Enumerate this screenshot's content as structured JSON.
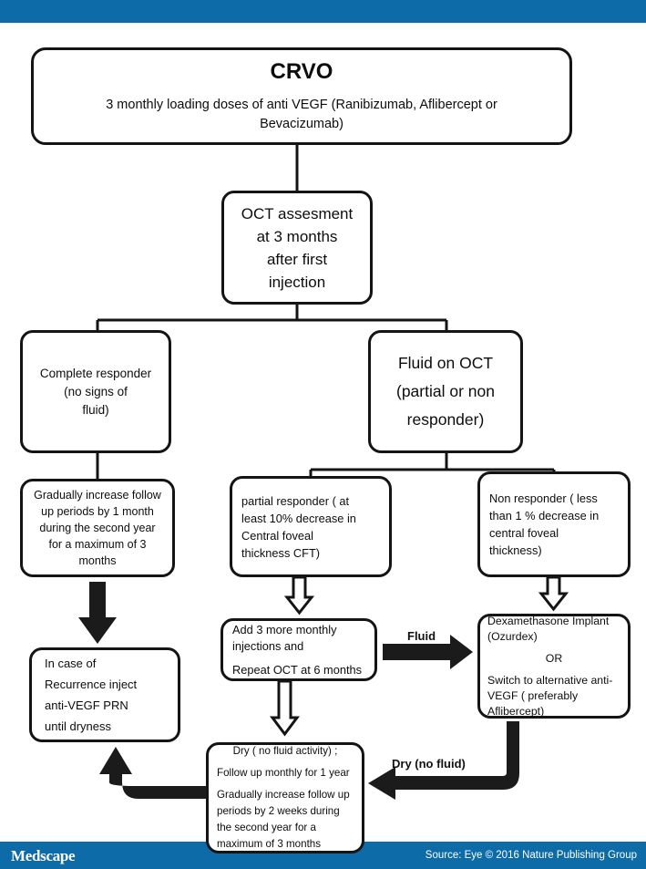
{
  "header": {
    "bar_color": "#0d6ca8"
  },
  "footer": {
    "logo": "Medscape",
    "source": "Source: Eye © 2016 Nature Publishing Group",
    "bar_color": "#0d6ca8"
  },
  "chart_data": {
    "type": "diagram",
    "title": "CRVO treatment algorithm flowchart",
    "nodes": [
      {
        "id": "crvo",
        "title": "CRVO",
        "text": "3 monthly loading doses of anti VEGF (Ranibizumab, Aflibercept or Bevacizumab)"
      },
      {
        "id": "oct-assessment",
        "lines": [
          "OCT assesment",
          "at 3 months",
          "after first",
          "injection"
        ]
      },
      {
        "id": "complete-responder",
        "lines": [
          "Complete  responder",
          "(no signs of",
          "fluid)"
        ]
      },
      {
        "id": "fluid-on-oct",
        "lines": [
          "Fluid on OCT",
          "(partial or non",
          "responder)"
        ]
      },
      {
        "id": "gradually-increase",
        "lines": [
          "Gradually increase follow",
          "up periods by 1 month",
          "during the second year",
          "for a maximum of 3",
          "months"
        ]
      },
      {
        "id": "partial-responder",
        "lines": [
          "partial responder ( at",
          "least 10% decrease in",
          "Central foveal",
          "thickness CFT)"
        ]
      },
      {
        "id": "non-responder",
        "lines": [
          "Non responder ( less",
          "than 1 % decrease in",
          "central foveal",
          "thickness)"
        ]
      },
      {
        "id": "add-3-more",
        "lines": [
          "Add 3 more monthly",
          "injections and",
          "Repeat OCT at 6 months"
        ]
      },
      {
        "id": "dexamethasone",
        "lines": [
          "Dexamethasone Implant",
          "(Ozurdex)",
          "OR",
          "Switch to alternative anti-",
          "VEGF ( preferably",
          "Aflibercept)"
        ]
      },
      {
        "id": "in-case-recurrence",
        "lines": [
          "In case of",
          "Recurrence inject",
          "anti-VEGF PRN",
          "until dryness"
        ]
      },
      {
        "id": "dry-no-fluid",
        "lines": [
          "Dry ( no fluid activity) ;",
          "Follow up monthly for 1 year",
          "Gradually increase  follow up",
          "periods by 2 weeks  during",
          "the second year for a",
          "maximum of 3 months"
        ]
      }
    ],
    "edge_labels": [
      {
        "id": "fluid",
        "text": "Fluid"
      },
      {
        "id": "dry",
        "text": "Dry (no fluid)"
      }
    ],
    "edges": [
      {
        "from": "crvo",
        "to": "oct-assessment"
      },
      {
        "from": "oct-assessment",
        "to": "complete-responder"
      },
      {
        "from": "oct-assessment",
        "to": "fluid-on-oct"
      },
      {
        "from": "complete-responder",
        "to": "gradually-increase"
      },
      {
        "from": "fluid-on-oct",
        "to": "partial-responder"
      },
      {
        "from": "fluid-on-oct",
        "to": "non-responder"
      },
      {
        "from": "gradually-increase",
        "to": "in-case-recurrence"
      },
      {
        "from": "partial-responder",
        "to": "add-3-more"
      },
      {
        "from": "non-responder",
        "to": "dexamethasone"
      },
      {
        "from": "add-3-more",
        "to": "dexamethasone",
        "label": "Fluid"
      },
      {
        "from": "add-3-more",
        "to": "dry-no-fluid"
      },
      {
        "from": "dexamethasone",
        "to": "dry-no-fluid",
        "label": "Dry (no fluid)"
      },
      {
        "from": "dry-no-fluid",
        "to": "in-case-recurrence"
      }
    ]
  },
  "nodes": {
    "crvo": {
      "title": "CRVO",
      "l1": "3 monthly loading doses of anti VEGF (Ranibizumab, Aflibercept or",
      "l2": "Bevacizumab)"
    },
    "oct": {
      "l1": "OCT assesment",
      "l2": "at 3 months",
      "l3": "after first",
      "l4": "injection"
    },
    "complete": {
      "l1": "Complete  responder",
      "l2": "(no signs of",
      "l3": "fluid)"
    },
    "fluid": {
      "l1": "Fluid on OCT",
      "l2": "(partial or non",
      "l3": "responder)"
    },
    "gradually": {
      "l1": "Gradually increase follow",
      "l2": "up periods by 1 month",
      "l3": "during the second year",
      "l4": "for a maximum of 3",
      "l5": "months"
    },
    "partial": {
      "l1": "partial responder ( at",
      "l2": "least 10% decrease in",
      "l3": "Central foveal",
      "l4": "thickness CFT)"
    },
    "nonresp": {
      "l1": "Non responder ( less",
      "l2": "than 1 % decrease in",
      "l3": "central foveal",
      "l4": "thickness)"
    },
    "add3": {
      "l1": "Add 3 more monthly",
      "l2": "injections and",
      "l3": "Repeat OCT at 6 months"
    },
    "dex": {
      "l1": "Dexamethasone Implant",
      "l2": "(Ozurdex)",
      "or": "OR",
      "l3": "Switch to alternative anti-",
      "l4": "VEGF ( preferably",
      "l5": "Aflibercept)"
    },
    "incase": {
      "l1": "In case of",
      "l2": "Recurrence inject",
      "l3": "anti-VEGF PRN",
      "l4": "until dryness"
    },
    "dry": {
      "l1": "Dry ( no fluid activity) ;",
      "l2": "Follow up monthly for 1 year",
      "l3": "Gradually increase  follow up",
      "l4": "periods by 2 weeks  during",
      "l5": "the second year for a",
      "l6": "maximum of 3 months"
    }
  },
  "labels": {
    "fluid": "Fluid",
    "dry": "Dry (no fluid)"
  }
}
